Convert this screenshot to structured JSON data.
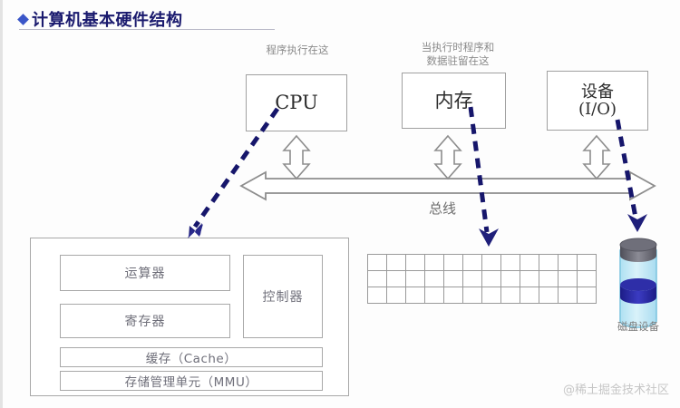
{
  "slide": {
    "title": "计算机基本硬件结构",
    "bullet_icon": "diamond-bullet-icon",
    "accent_color": "#3a56c8",
    "title_color": "#1a1a6e",
    "background": "#fdfdfd",
    "watermark": "@稀土掘金技术社区"
  },
  "captions": {
    "cpu_note": "程序执行在这",
    "memory_note_line1": "当执行时程序和",
    "memory_note_line2": "数据驻留在这"
  },
  "components": [
    {
      "id": "cpu",
      "label": "CPU",
      "label2": ""
    },
    {
      "id": "memory",
      "label": "内存",
      "label2": ""
    },
    {
      "id": "device",
      "label": "设备",
      "label2": "(I/O)"
    }
  ],
  "bus": {
    "label": "总线",
    "arrow_color": "#8d8d8d",
    "connector_count": 3
  },
  "cpu_internals": {
    "units": [
      {
        "id": "alu",
        "label": "运算器"
      },
      {
        "id": "registers",
        "label": "寄存器"
      },
      {
        "id": "controller",
        "label": "控制器"
      },
      {
        "id": "cache",
        "label": "缓存（Cache）"
      },
      {
        "id": "mmu",
        "label": "存储管理单元（MMU）"
      }
    ]
  },
  "memory_grid": {
    "columns": 12,
    "rows": 3,
    "cell_count": 36
  },
  "disk": {
    "label": "磁盘设备",
    "body_color": "#bfe7f5",
    "top_color": "#6b6b75",
    "band_color": "#2a2a9e"
  },
  "dashed_arrows": [
    {
      "id": "cpu-to-cpu-internals",
      "color": "#16166b",
      "from": "cpu",
      "to": "cpu-internals-panel"
    },
    {
      "id": "memory-to-memory-grid",
      "color": "#16166b",
      "from": "memory",
      "to": "memory-grid"
    },
    {
      "id": "device-to-disk",
      "color": "#16166b",
      "from": "device",
      "to": "disk"
    }
  ]
}
